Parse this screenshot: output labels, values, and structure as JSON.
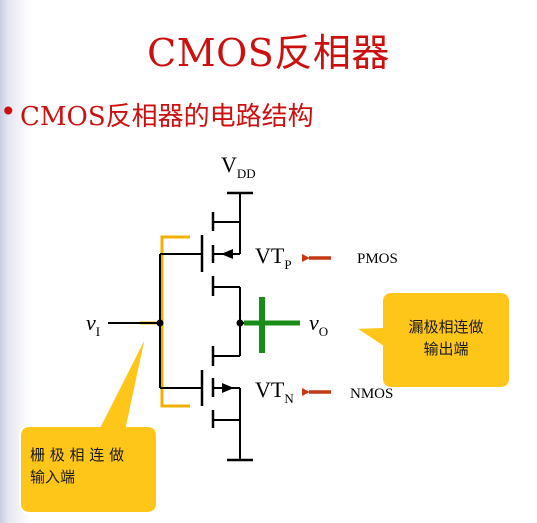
{
  "title": "CMOS反相器",
  "bullet": "CMOS反相器的电路结构",
  "labels": {
    "vdd_main": "V",
    "vdd_sub": "DD",
    "vtp_main": "VT",
    "vtp_sub": "P",
    "vtn_main": "VT",
    "vtn_sub": "N",
    "vi_main": "v",
    "vi_sub": "I",
    "vo_main": "v",
    "vo_sub": "O",
    "pmos": "PMOS",
    "nmos": "NMOS"
  },
  "callouts": {
    "output": [
      "漏极相连做",
      "输出端"
    ],
    "input": [
      "栅 极 相 连 做",
      "输入端"
    ]
  },
  "colors": {
    "title": "#cc1010",
    "callout_fill": "#ffc61a",
    "green_lead": "#1a8c1a",
    "arrow": "#c43a16",
    "gate_highlight": "#f0b000"
  }
}
